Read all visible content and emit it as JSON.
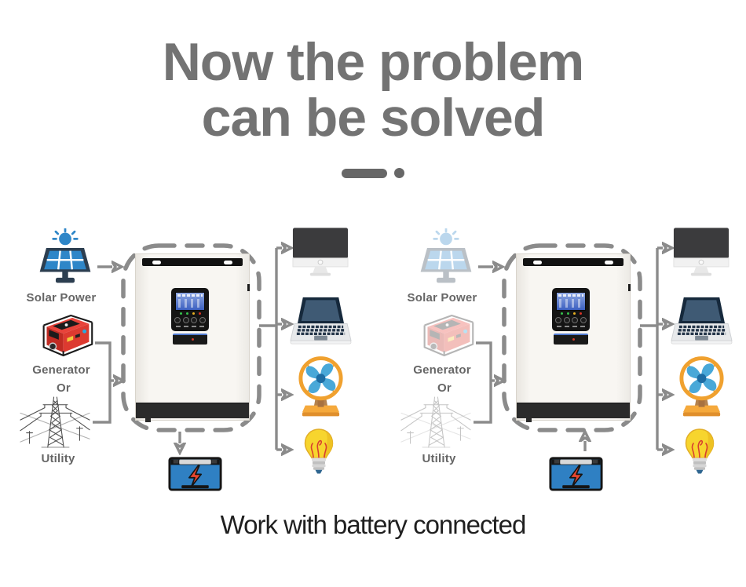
{
  "title": {
    "line1": "Now the problem",
    "line2": "can be solved"
  },
  "caption": "Work with battery connected",
  "colors": {
    "title_gray": "#737373",
    "label_gray": "#666666",
    "connector_gray": "#8b8b8b",
    "solar_blue": "#2e86c8",
    "panel_frame_navy": "#2c3e50",
    "generator_red": "#e8433a",
    "monitor_dark": "#3b3b3d",
    "laptop_navy": "#16293c",
    "fan_orange": "#f0a12f",
    "fan_blue": "#49a8d8",
    "bulb_yellow": "#f7d52e",
    "battery_blue": "#2f80c3",
    "bolt_red": "#e8462f",
    "lcd_blue": "#4a74cc"
  },
  "icons": [
    "dash-dot-divider",
    "solar-panel-icon",
    "generator-icon",
    "utility-tower-icon",
    "inverter-unit",
    "battery-icon",
    "desktop-monitor-icon",
    "laptop-icon",
    "desk-fan-icon",
    "light-bulb-icon"
  ],
  "diagrams": [
    {
      "id": "sources-charging-battery",
      "labels": {
        "solar": "Solar Power",
        "generator": "Generator",
        "or": "Or",
        "utility": "Utility"
      },
      "sources_faded": false,
      "battery_arrow_direction": "down"
    },
    {
      "id": "battery-powering-loads",
      "labels": {
        "solar": "Solar Power",
        "generator": "Generator",
        "or": "Or",
        "utility": "Utility"
      },
      "sources_faded": true,
      "battery_arrow_direction": "up"
    }
  ]
}
